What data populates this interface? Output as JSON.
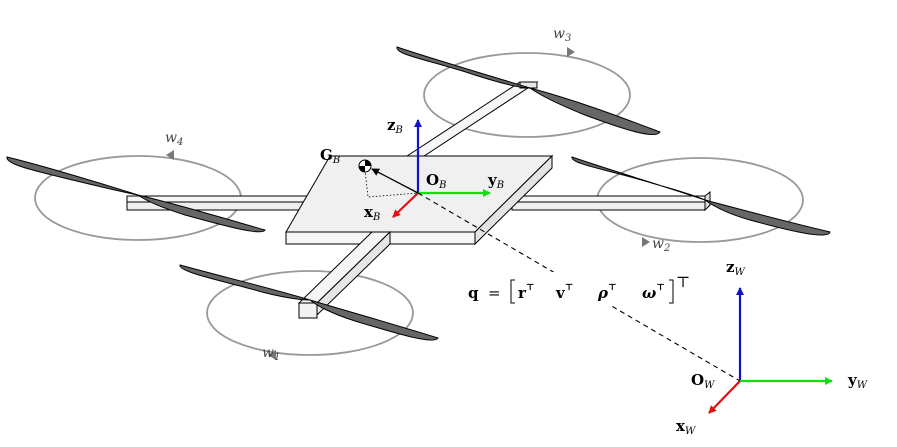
{
  "diagram": {
    "rotor_labels": {
      "w1": {
        "base": "w",
        "sub": "1"
      },
      "w2": {
        "base": "w",
        "sub": "2"
      },
      "w3": {
        "base": "w",
        "sub": "3"
      },
      "w4": {
        "base": "w",
        "sub": "4"
      }
    },
    "body_frame": {
      "origin": {
        "base": "O",
        "sub": "B"
      },
      "x_axis": {
        "base": "x",
        "sub": "B"
      },
      "y_axis": {
        "base": "y",
        "sub": "B"
      },
      "z_axis": {
        "base": "z",
        "sub": "B"
      },
      "com": {
        "base": "G",
        "sub": "B"
      }
    },
    "world_frame": {
      "origin": {
        "base": "O",
        "sub": "W"
      },
      "x_axis": {
        "base": "x",
        "sub": "W"
      },
      "y_axis": {
        "base": "y",
        "sub": "W"
      },
      "z_axis": {
        "base": "z",
        "sub": "W"
      }
    },
    "state_equation": {
      "lhs": "q",
      "equals": "=",
      "terms": [
        "r",
        "v",
        "ρ",
        "ω"
      ],
      "transpose": "⊤"
    },
    "colors": {
      "x_axis": "#e01010",
      "y_axis": "#10e010",
      "z_axis": "#1010d0",
      "propeller": "#666666",
      "arm": "#f5f5f5",
      "body_top": "#f0f0f0",
      "spin_circle": "#999999"
    },
    "icons": {
      "center_of_mass": "com-checker-icon",
      "rotation_arrow": "arrowhead-icon"
    }
  }
}
